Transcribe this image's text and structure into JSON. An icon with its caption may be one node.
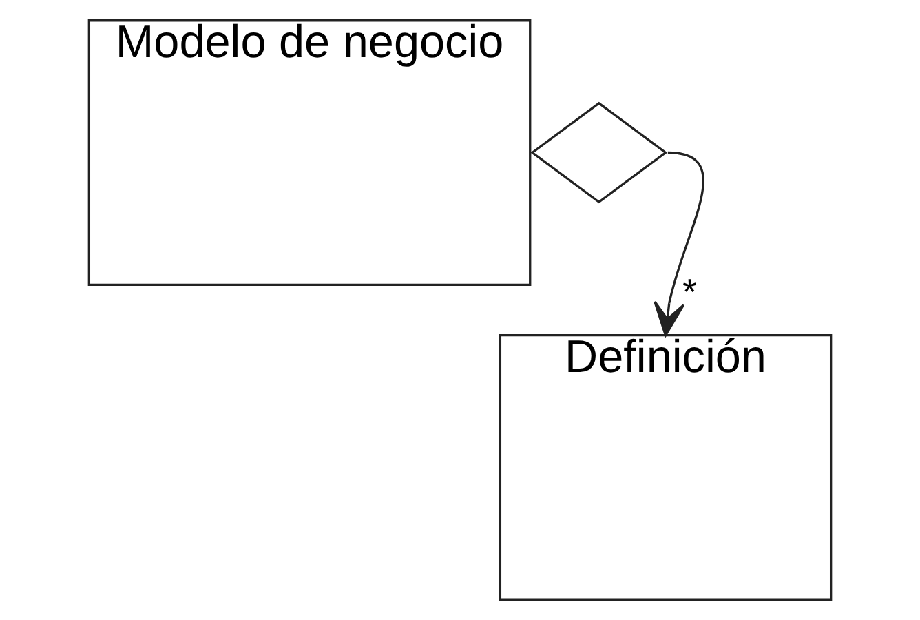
{
  "diagram": {
    "nodes": [
      {
        "text": [
          "Modelo de negocio"
        ]
      },
      {
        "text": [],
        "shape": "diamond"
      },
      {
        "text": [
          "Definición"
        ]
      }
    ],
    "edges": [
      {
        "from": 1,
        "to": 2,
        "arrow": "to",
        "label": "*"
      }
    ]
  }
}
